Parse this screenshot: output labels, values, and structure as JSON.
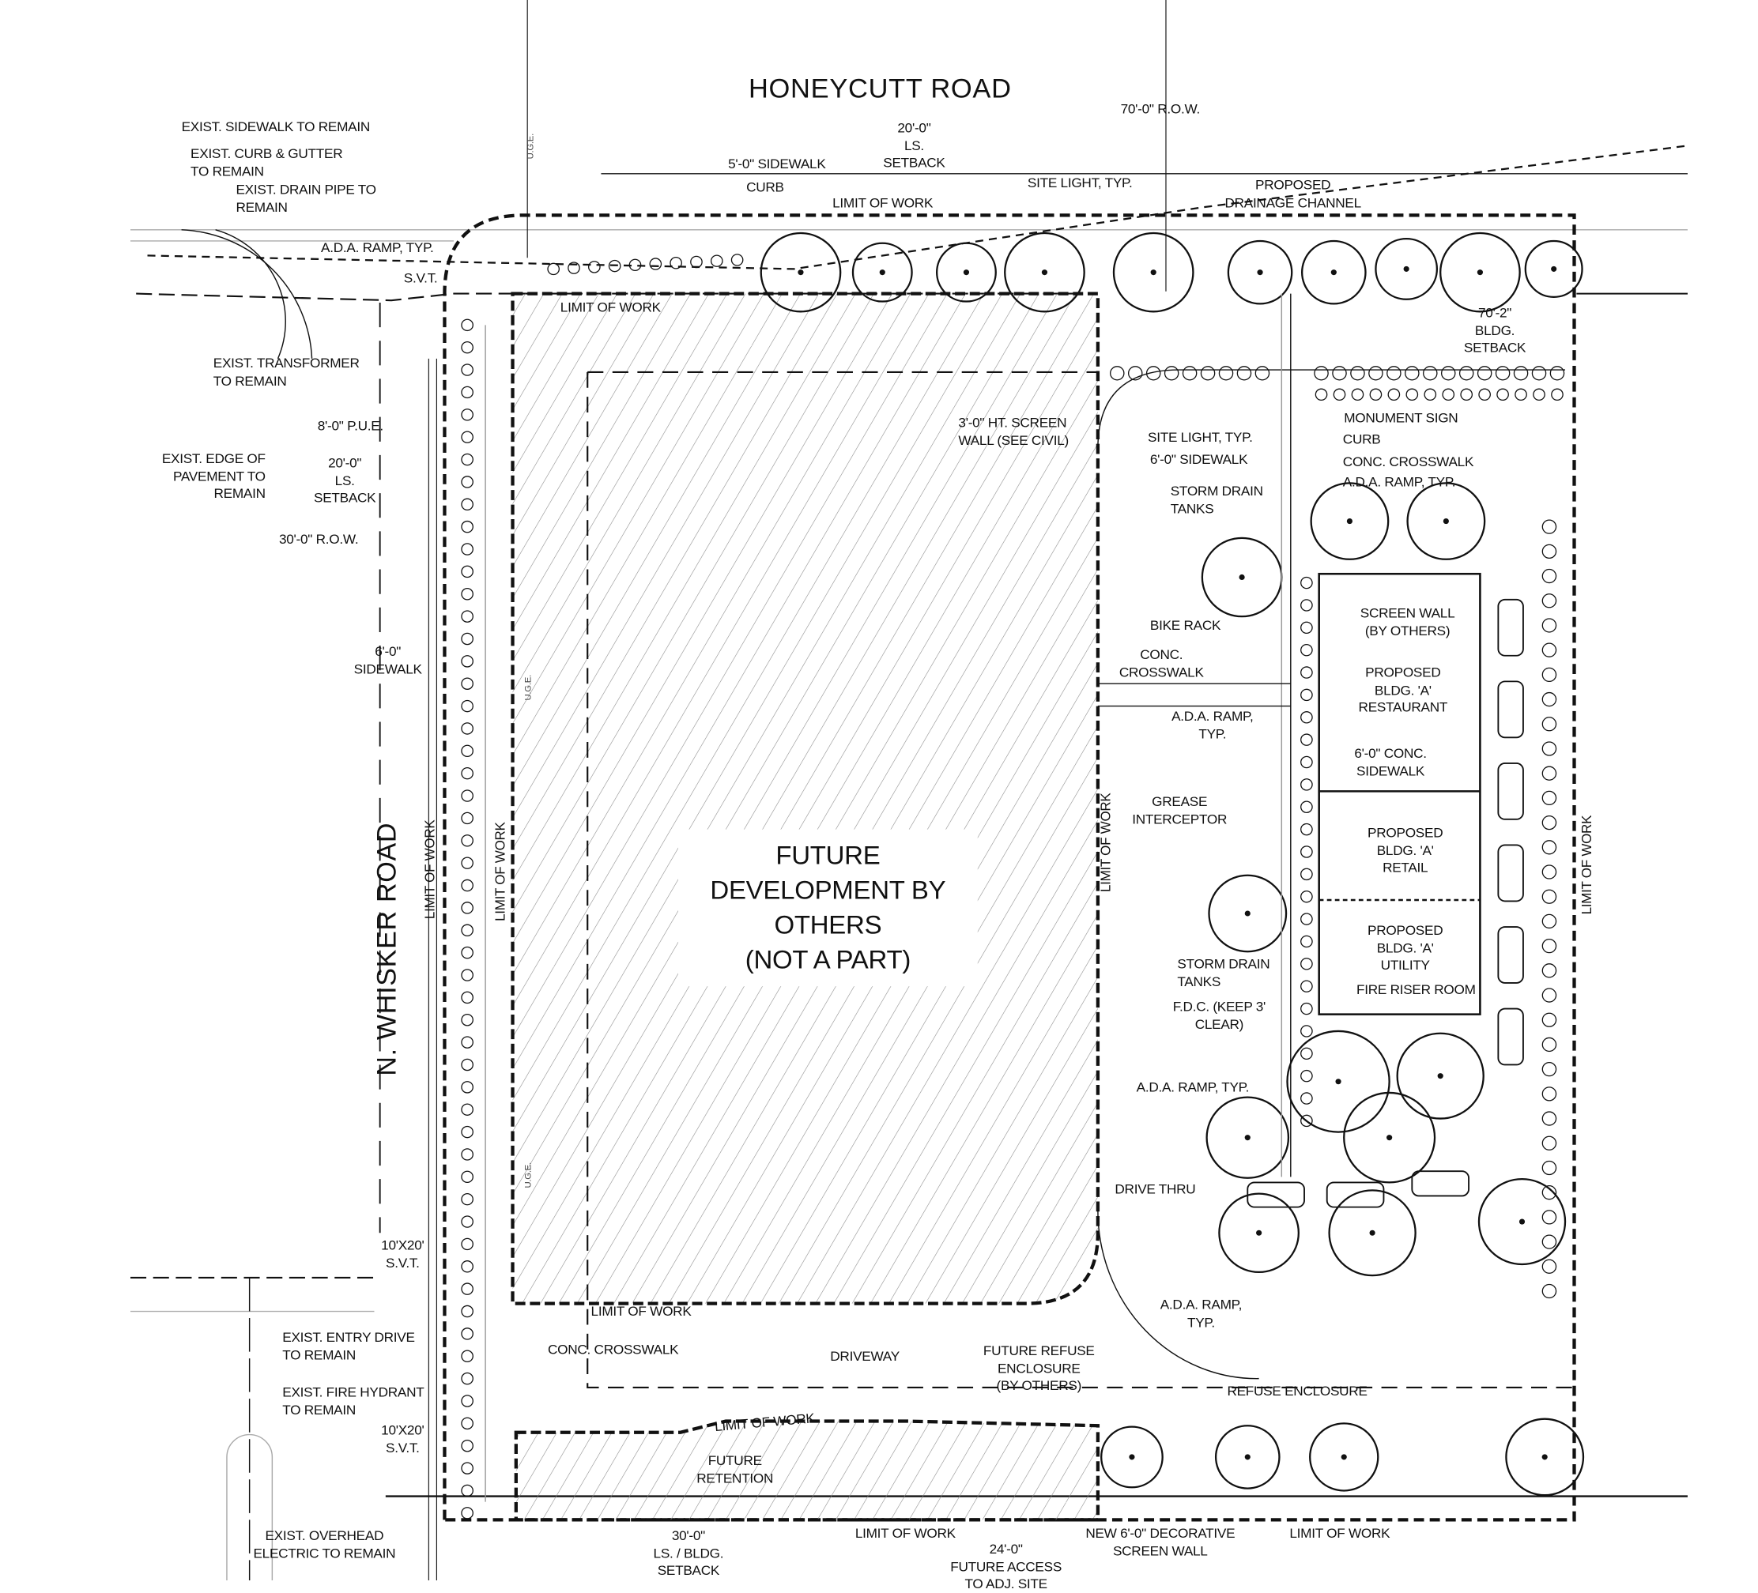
{
  "roads": {
    "north": "HONEYCUTT ROAD",
    "west": "N. WHISKER ROAD"
  },
  "center_label": "FUTURE\nDEVELOPMENT BY\nOTHERS\n(NOT A PART)",
  "labels": {
    "row_70": "70'-0\" R.O.W.",
    "exist_sidewalk": "EXIST. SIDEWALK TO REMAIN",
    "exist_curb": "EXIST. CURB & GUTTER\nTO REMAIN",
    "exist_drain": "EXIST. DRAIN PIPE TO\nREMAIN",
    "sidewalk_5": "5'-0\" SIDEWALK",
    "ls_setback_20_top": "20'-0\"\nLS.\nSETBACK",
    "curb_top": "CURB",
    "site_light_top": "SITE LIGHT, TYP.",
    "drainage_channel": "PROPOSED\nDRAINAGE CHANNEL",
    "limit_work_top": "LIMIT OF WORK",
    "ada_ramp_nw": "A.D.A. RAMP, TYP.",
    "svt_nw": "S.V.T.",
    "limit_work_inner": "LIMIT OF WORK",
    "bldg_setback_70": "70'-2\"\nBLDG.\nSETBACK",
    "exist_transformer": "EXIST. TRANSFORMER\nTO REMAIN",
    "monument_sign": "MONUMENT SIGN",
    "pue_8": "8'-0\" P.U.E.",
    "screen_wall_3": "3'-0\" HT. SCREEN\nWALL (SEE CIVIL)",
    "site_light_mid": "SITE LIGHT, TYP.",
    "curb_mid": "CURB",
    "exist_edge": "EXIST. EDGE OF\nPAVEMENT TO\nREMAIN",
    "ls_setback_20_left": "20'-0\"\nLS.\nSETBACK",
    "sidewalk_6_mid": "6'-0\" SIDEWALK",
    "conc_crosswalk_top": "CONC. CROSSWALK",
    "ada_ramp_top": "A.D.A. RAMP, TYP.",
    "storm_drain_1": "STORM DRAIN\nTANKS",
    "row_30": "30'-0\" R.O.W.",
    "screen_wall_others": "SCREEN WALL\n(BY OTHERS)",
    "bike_rack": "BIKE RACK",
    "conc_crosswalk_mid": "CONC.\nCROSSWALK",
    "sidewalk_6_left": "6'-0\"\nSIDEWALK",
    "bldg_restaurant": "PROPOSED\nBLDG. 'A'\nRESTAURANT",
    "ada_ramp_mid": "A.D.A. RAMP,\nTYP.",
    "conc_sidewalk_6": "6'-0\" CONC.\nSIDEWALK",
    "grease_interceptor": "GREASE\nINTERCEPTOR",
    "bldg_retail": "PROPOSED\nBLDG. 'A'\nRETAIL",
    "bldg_utility": "PROPOSED\nBLDG. 'A'\nUTILITY",
    "storm_drain_2": "STORM DRAIN\nTANKS",
    "fire_riser": "FIRE RISER ROOM",
    "fdc": "F.D.C. (KEEP 3'\nCLEAR)",
    "ada_ramp_low": "A.D.A. RAMP, TYP.",
    "drive_thru": "DRIVE THRU",
    "svt_10x20_a": "10'X20'\nS.V.T.",
    "limit_work_bottom_inner": "LIMIT OF WORK",
    "ada_ramp_bottom": "A.D.A. RAMP,\nTYP.",
    "exist_entry": "EXIST. ENTRY DRIVE\nTO REMAIN",
    "conc_crosswalk_bottom": "CONC. CROSSWALK",
    "driveway": "DRIVEWAY",
    "future_refuse": "FUTURE REFUSE\nENCLOSURE\n(BY OTHERS)",
    "exist_hydrant": "EXIST. FIRE HYDRANT\nTO REMAIN",
    "refuse_enclosure": "REFUSE ENCLOSURE",
    "limit_work_slope": "LIMIT OF WORK",
    "svt_10x20_b": "10'X20'\nS.V.T.",
    "future_retention": "FUTURE\nRETENTION",
    "ls_bldg_setback_30": "30'-0\"\nLS. / BLDG.\nSETBACK",
    "limit_work_bottom": "LIMIT OF WORK",
    "future_access": "24'-0\"\nFUTURE ACCESS\nTO ADJ. SITE",
    "decorative_wall": "NEW 6'-0\" DECORATIVE\nSCREEN WALL",
    "limit_work_bottom_right": "LIMIT OF WORK",
    "exist_overhead": "EXIST. OVERHEAD\nELECTRIC TO REMAIN",
    "limit_work_v1": "LIMIT OF WORK",
    "limit_work_v2": "LIMIT OF WORK",
    "limit_work_v3": "LIMIT OF WORK",
    "limit_work_v4": "LIMIT OF WORK",
    "uge_1": "U.G.E.",
    "uge_2": "U.G.E.",
    "uge_3": "U.G.E."
  },
  "colors": {
    "line": "#111111",
    "hatch": "#8a8a8a",
    "light": "#b5b5b5"
  }
}
